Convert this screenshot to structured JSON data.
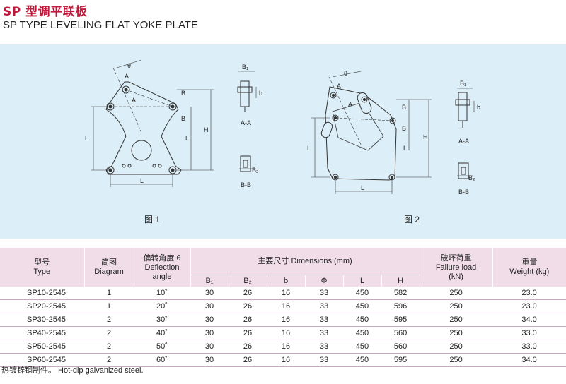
{
  "title_cn": "SP 型调平联板",
  "title_en": "SP TYPE LEVELING FLAT YOKE PLATE",
  "figures": {
    "fig1_caption": "图 1",
    "fig2_caption": "图 2",
    "labels": {
      "theta": "θ",
      "A": "A",
      "B": "B",
      "H": "H",
      "L": "L",
      "B1": "B₁",
      "B2": "B₂",
      "b": "b",
      "AA": "A-A",
      "BB": "B-B"
    }
  },
  "table": {
    "headers": {
      "type_cn": "型号",
      "type_en": "Type",
      "diagram_cn": "简图",
      "diagram_en": "Diagram",
      "angle_cn": "偏转角度 θ",
      "angle_en1": "Deflection",
      "angle_en2": "angle",
      "dims": "主要尺寸 Dimensions (mm)",
      "load_cn": "破坏荷重",
      "load_en1": "Failure load",
      "load_en2": "(kN)",
      "weight_cn": "重量",
      "weight_en": "Weight (kg)",
      "sub": [
        "B₁",
        "B₂",
        "b",
        "Φ",
        "L",
        "H"
      ]
    },
    "rows": [
      {
        "type": "SP10-2545",
        "diagram": "1",
        "angle": "10˚",
        "B1": "30",
        "B2": "26",
        "b": "16",
        "phi": "33",
        "L": "450",
        "H": "582",
        "load": "250",
        "weight": "23.0"
      },
      {
        "type": "SP20-2545",
        "diagram": "1",
        "angle": "20˚",
        "B1": "30",
        "B2": "26",
        "b": "16",
        "phi": "33",
        "L": "450",
        "H": "596",
        "load": "250",
        "weight": "23.0"
      },
      {
        "type": "SP30-2545",
        "diagram": "2",
        "angle": "30˚",
        "B1": "30",
        "B2": "26",
        "b": "16",
        "phi": "33",
        "L": "450",
        "H": "595",
        "load": "250",
        "weight": "34.0"
      },
      {
        "type": "SP40-2545",
        "diagram": "2",
        "angle": "40˚",
        "B1": "30",
        "B2": "26",
        "b": "16",
        "phi": "33",
        "L": "450",
        "H": "560",
        "load": "250",
        "weight": "33.0"
      },
      {
        "type": "SP50-2545",
        "diagram": "2",
        "angle": "50˚",
        "B1": "30",
        "B2": "26",
        "b": "16",
        "phi": "33",
        "L": "450",
        "H": "560",
        "load": "250",
        "weight": "33.0"
      },
      {
        "type": "SP60-2545",
        "diagram": "2",
        "angle": "60˚",
        "B1": "30",
        "B2": "26",
        "b": "16",
        "phi": "33",
        "L": "450",
        "H": "595",
        "load": "250",
        "weight": "34.0"
      }
    ]
  },
  "note": "热镀锌钢制件。 Hot-dip galvanized steel."
}
